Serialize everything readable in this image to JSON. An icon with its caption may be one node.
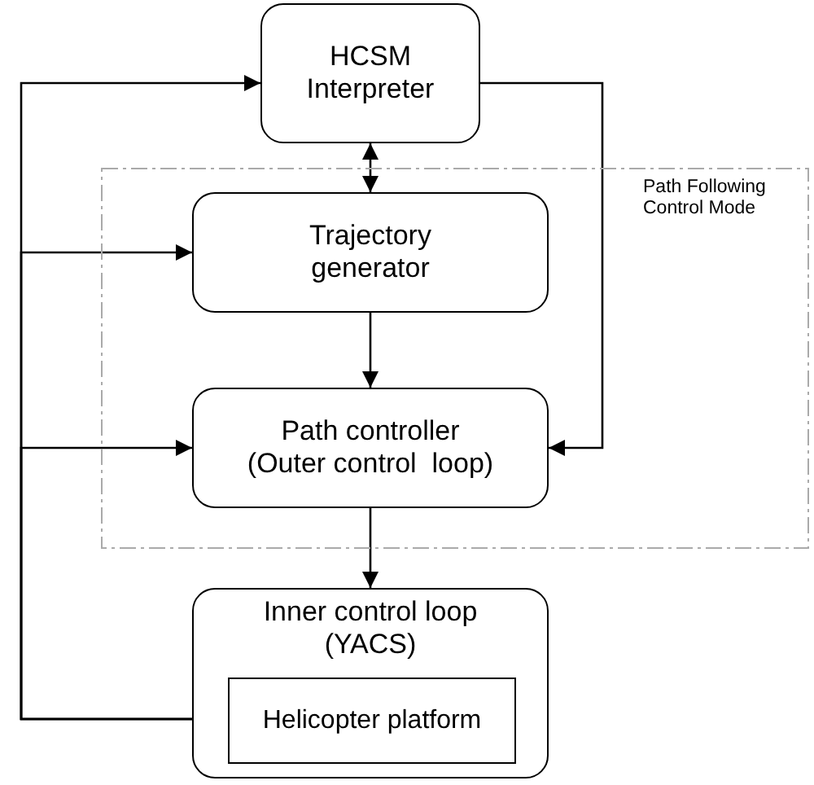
{
  "diagram": {
    "nodes": [
      {
        "text": [
          "HCSM Interpreter"
        ]
      },
      {
        "text": [
          "Path Following Control Mode"
        ]
      },
      {
        "text": [
          "Trajectory generator"
        ],
        "in": 1
      },
      {
        "text": [
          "Path controller (Outer control  loop)"
        ],
        "in": 1
      },
      {
        "text": [
          "Inner control loop (YACS)"
        ]
      },
      {
        "text": [
          "Helicopter platform"
        ],
        "in": 4
      }
    ],
    "edges": [
      {
        "from": 5,
        "to": 0,
        "arrow": "to"
      },
      {
        "from": 5,
        "to": 2,
        "arrow": "to"
      },
      {
        "from": 5,
        "to": 3,
        "arrow": "to"
      },
      {
        "from": 0,
        "to": 2,
        "arrow": "both"
      },
      {
        "from": 2,
        "to": 3,
        "arrow": "to"
      },
      {
        "from": 0,
        "to": 3,
        "arrow": "to"
      },
      {
        "from": 3,
        "to": 4,
        "arrow": "to"
      }
    ]
  }
}
